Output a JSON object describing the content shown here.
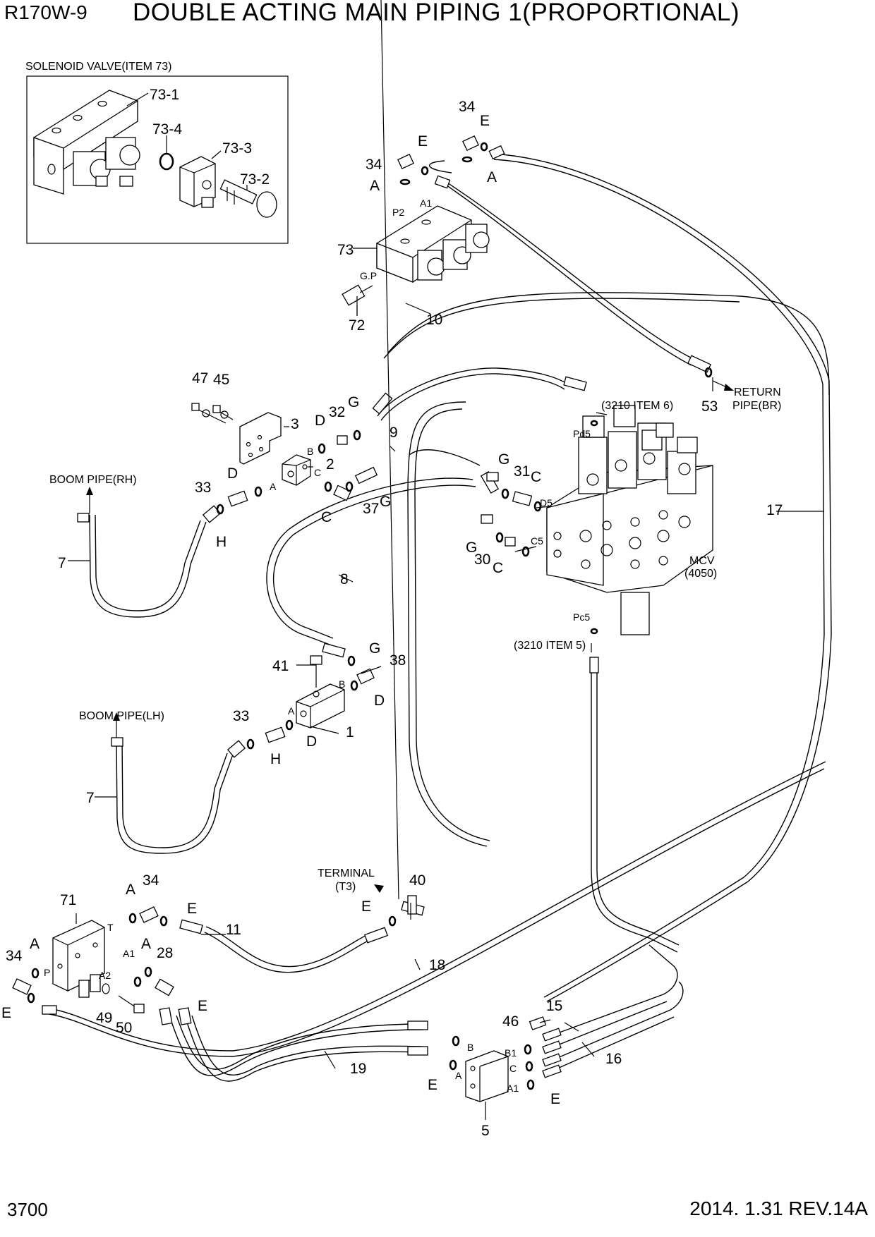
{
  "header": {
    "model": "R170W-9",
    "title": "DOUBLE ACTING MAIN PIPING 1(PROPORTIONAL)"
  },
  "footer": {
    "page_number": "3700",
    "revision": "2014. 1.31  REV.14A"
  },
  "inset": {
    "title": "SOLENOID VALVE(ITEM 73)",
    "labels": {
      "p73_1": "73-1",
      "p73_4": "73-4",
      "p73_3": "73-3",
      "p73_2": "73-2"
    }
  },
  "parts": {
    "p1": "1",
    "p2": "2",
    "p3": "3",
    "p5": "5",
    "p7a": "7",
    "p7b": "7",
    "p8": "8",
    "p9": "9",
    "p10": "10",
    "p11": "11",
    "p15": "15",
    "p16": "16",
    "p17": "17",
    "p18": "18",
    "p19": "19",
    "p28": "28",
    "p30": "30",
    "p31": "31",
    "p32": "32",
    "p33a": "33",
    "p33b": "33",
    "p34a": "34",
    "p34b": "34",
    "p34c": "34",
    "p34d": "34",
    "p37": "37",
    "p38": "38",
    "p40": "40",
    "p41": "41",
    "p45": "45",
    "p46": "46",
    "p47": "47",
    "p49": "49",
    "p50": "50",
    "p53": "53",
    "p71": "71",
    "p72": "72",
    "p73": "73"
  },
  "letters": {
    "a": "A",
    "c": "C",
    "d": "D",
    "e": "E",
    "g": "G",
    "h": "H"
  },
  "ports": {
    "p2": "P2",
    "a1": "A1",
    "gp": "G.P",
    "b": "B",
    "c": "C",
    "a": "A",
    "d5": "D5",
    "c5": "C5",
    "pd5": "Pd5",
    "pc5": "Pc5",
    "t": "T",
    "p": "P",
    "a2": "A2",
    "b1": "B1"
  },
  "notes": {
    "return1": "RETURN",
    "return2": "PIPE(BR)",
    "item6": "(3210 ITEM 6)",
    "item5": "(3210 ITEM 5)",
    "mcv1": "MCV",
    "mcv2": "(4050)",
    "boom_rh": "BOOM PIPE(RH)",
    "boom_lh": "BOOM PIPE(LH)",
    "terminal1": "TERMINAL",
    "terminal2": "(T3)"
  }
}
